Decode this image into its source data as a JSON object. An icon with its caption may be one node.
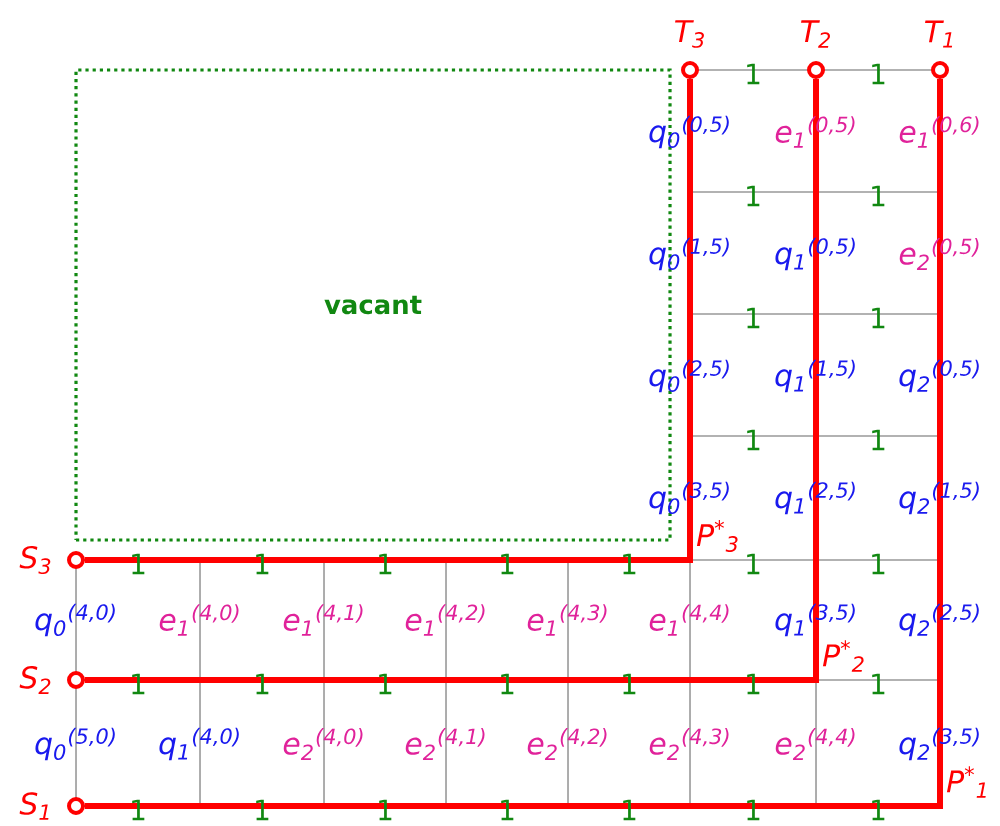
{
  "diagram": {
    "nodes": [
      {
        "text": [
          "vacant"
        ]
      },
      {
        "text": [],
        "shape": "circle",
        "beside": [
          "T$_{3}$"
        ]
      },
      {
        "text": [],
        "shape": "circle",
        "beside": [
          "T$_{2}$"
        ]
      },
      {
        "text": [],
        "shape": "circle",
        "beside": [
          "T$_{1}$"
        ]
      },
      {
        "text": [],
        "shape": "circle",
        "beside": [
          "S$_{3}$"
        ]
      },
      {
        "text": [],
        "shape": "circle",
        "beside": [
          "S$_{2}$"
        ]
      },
      {
        "text": [],
        "shape": "circle",
        "beside": [
          "S$_{1}$"
        ]
      }
    ],
    "edges": [
      {
        "from": 4,
        "to": 1,
        "arrow": "none",
        "label": "P$^{*}$$_{3}$"
      },
      {
        "from": 5,
        "to": 2,
        "arrow": "none",
        "label": "P$^{*}$$_{2}$"
      },
      {
        "from": 6,
        "to": 3,
        "arrow": "none",
        "label": "P$^{*}$$_{1}$"
      }
    ],
    "labels": [
      "1",
      "1",
      "q$_{0}$$^{(0,5)}$",
      "e$_{1}$$^{(0,5)}$",
      "e$_{1}$$^{(0,6)}$",
      "1",
      "1",
      "q$_{0}$$^{(1,5)}$",
      "q$_{1}$$^{(0,5)}$",
      "e$_{2}$$^{(0,5)}$",
      "1",
      "1",
      "q$_{0}$$^{(2,5)}$",
      "q$_{1}$$^{(1,5)}$",
      "q$_{2}$$^{(0,5)}$",
      "1",
      "1",
      "q$_{0}$$^{(3,5)}$",
      "q$_{1}$$^{(2,5)}$",
      "q$_{2}$$^{(1,5)}$",
      "1",
      "1",
      "1",
      "1",
      "1",
      "1",
      "1",
      "q$_{0}$$^{(4,0)}$",
      "e$_{1}$$^{(4,0)}$",
      "e$_{1}$$^{(4,1)}$",
      "e$_{1}$$^{(4,2)}$",
      "e$_{1}$$^{(4,3)}$",
      "e$_{1}$$^{(4,4)}$",
      "q$_{1}$$^{(3,5)}$",
      "q$_{2}$$^{(2,5)}$",
      "1",
      "1",
      "1",
      "1",
      "1",
      "1",
      "1",
      "q$_{0}$$^{(5,0)}$",
      "q$_{1}$$^{(4,0)}$",
      "e$_{2}$$^{(4,0)}$",
      "e$_{2}$$^{(4,1)}$",
      "e$_{2}$$^{(4,2)}$",
      "e$_{2}$$^{(4,3)}$",
      "e$_{2}$$^{(4,4)}$",
      "q$_{2}$$^{(3,5)}$",
      "1",
      "1",
      "1",
      "1",
      "1",
      "1",
      "1"
    ]
  }
}
